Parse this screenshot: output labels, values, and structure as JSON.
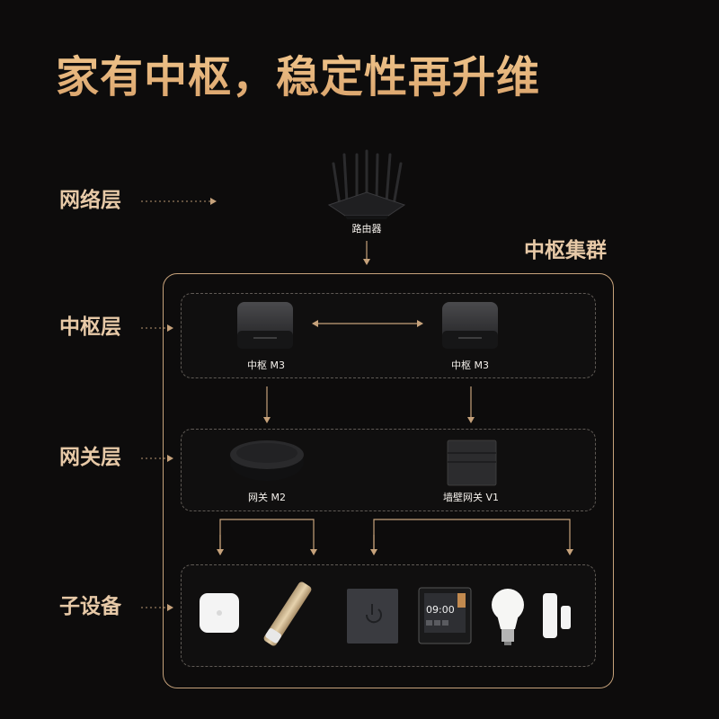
{
  "title": "家有中枢，稳定性再升维",
  "layers": {
    "network": "网络层",
    "hub": "中枢层",
    "gateway": "网关层",
    "subdevice": "子设备"
  },
  "cluster_label": "中枢集群",
  "devices": {
    "router": "路由器",
    "hub_left": "中枢 M3",
    "hub_right": "中枢 M3",
    "gateway_m2": "网关 M2",
    "wall_gateway": "墙壁网关 V1"
  },
  "panel": {
    "time": "09:00"
  },
  "colors": {
    "accent": "#e9b57b",
    "label": "#e7c9a7",
    "border": "#c6a27b",
    "background": "#0d0c0c"
  }
}
